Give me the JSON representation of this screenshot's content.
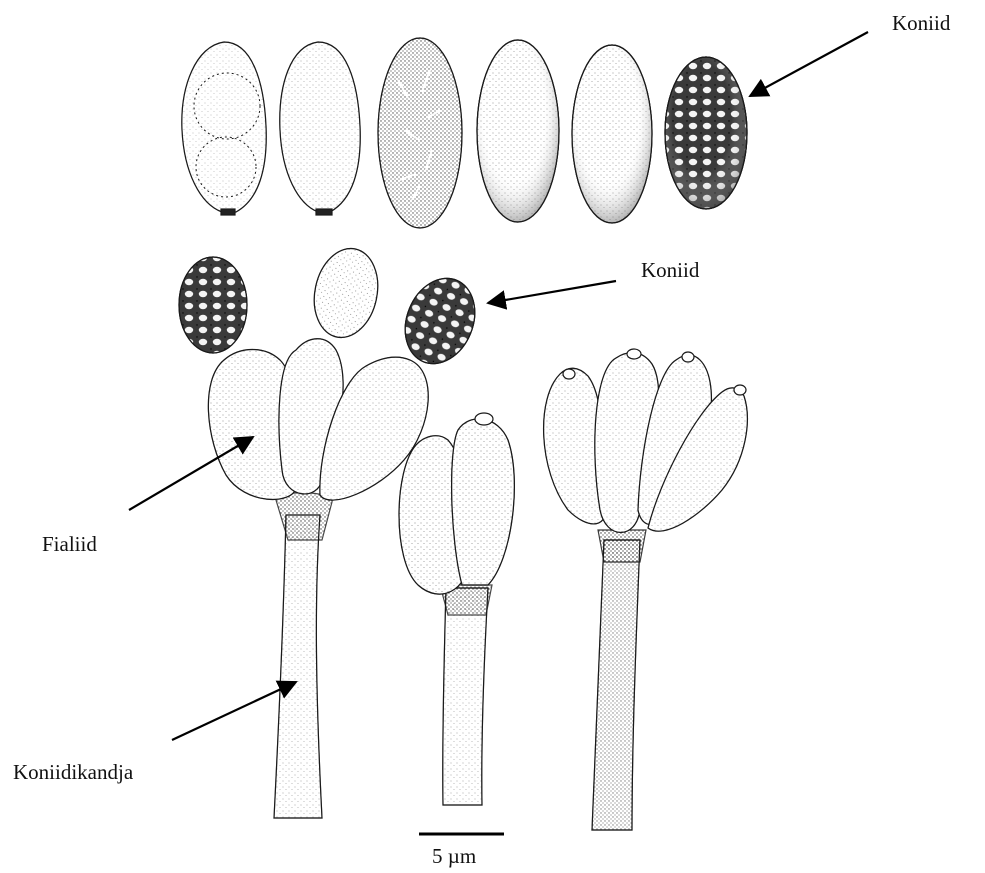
{
  "labels": {
    "conidia_top": "Koniid",
    "conidia_mid": "Koniid",
    "phialide": "Fialiid",
    "conidiophore": "Koniidikandja"
  },
  "scale_bar": {
    "text": "5 µm"
  },
  "colors": {
    "ink": "#1a1a1a",
    "paper": "#ffffff"
  }
}
